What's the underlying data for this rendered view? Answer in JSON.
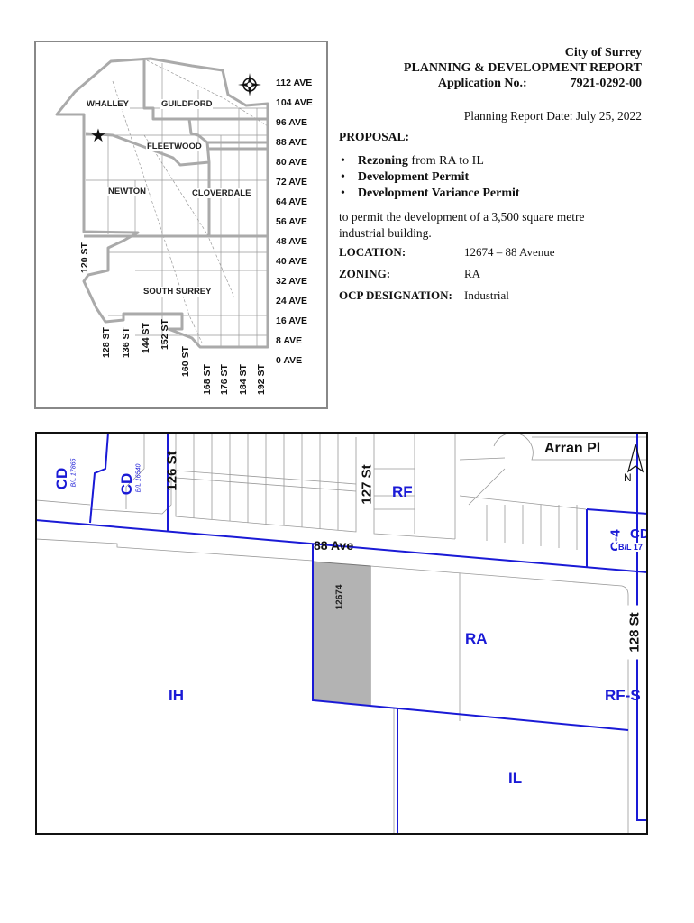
{
  "header": {
    "city": "City of Surrey",
    "report_title": "PLANNING & DEVELOPMENT REPORT",
    "application_label": "Application No.:",
    "application_no": "7921-0292-00",
    "report_date": "Planning Report Date: July 25, 2022"
  },
  "proposal": {
    "heading": "PROPOSAL:",
    "items": [
      {
        "bold": "Rezoning",
        "rest": " from RA to IL"
      },
      {
        "bold": "Development Permit",
        "rest": ""
      },
      {
        "bold": "Development Variance Permit",
        "rest": ""
      }
    ],
    "description": "to permit the development of a 3,500 square metre industrial building."
  },
  "details": [
    {
      "label": "LOCATION:",
      "value": "12674 – 88 Avenue"
    },
    {
      "label": "ZONING:",
      "value": "RA"
    },
    {
      "label": "OCP DESIGNATION:",
      "value": "Industrial"
    }
  ],
  "key_map": {
    "areas": [
      "WHALLEY",
      "GUILDFORD",
      "FLEETWOOD",
      "NEWTON",
      "CLOVERDALE",
      "SOUTH SURREY"
    ],
    "avenues": [
      "112 AVE",
      "104 AVE",
      "96 AVE",
      "88 AVE",
      "80 AVE",
      "72 AVE",
      "64 AVE",
      "56 AVE",
      "48 AVE",
      "40 AVE",
      "32 AVE",
      "24 AVE",
      "16 AVE",
      "8 AVE",
      "0 AVE"
    ],
    "streets": [
      "120 ST",
      "128 ST",
      "136 ST",
      "144 ST",
      "152 ST",
      "160 ST",
      "168 ST",
      "176 ST",
      "184 ST",
      "192 ST"
    ],
    "icons": [
      "compass-rose-icon",
      "site-star-icon"
    ]
  },
  "site_map": {
    "zones": {
      "cd1": "CD",
      "cd1_bylaw": "B/L 17865",
      "cd2": "CD",
      "cd2_bylaw": "B/L 16540",
      "rf": "RF",
      "c4": "C-4",
      "cd3": "CD",
      "cd3_bylaw": "B/L 17",
      "ra": "RA",
      "ih": "IH",
      "rfs": "RF-S",
      "il": "IL"
    },
    "streets": {
      "s126": "126 St",
      "s127": "127 St",
      "arran": "Arran Pl",
      "ave88": "88 Ave",
      "s128": "128 St"
    },
    "north": "N",
    "parcel": "12674",
    "colors": {
      "zone_line": "#1a1ad6",
      "parcel_fill": "#b3b3b3",
      "lot_line": "#999999"
    }
  }
}
